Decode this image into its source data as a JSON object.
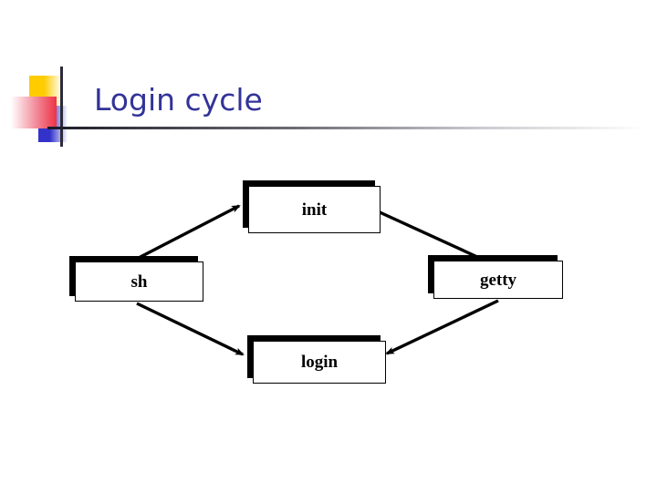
{
  "slide": {
    "title": "Login cycle",
    "background_color": "#ffffff",
    "title_color": "#333399",
    "logo": {
      "yellow_square": "#ffcc00",
      "blue_square": "#3333cc",
      "red_square": "#ee3344",
      "rule_color": "#2b2b3a"
    }
  },
  "diagram": {
    "type": "flowchart-cycle",
    "node_fill": "#ffffff",
    "node_border": "#000000",
    "shadow_color": "#000000",
    "nodes": [
      {
        "id": "init",
        "label": "init"
      },
      {
        "id": "sh",
        "label": "sh"
      },
      {
        "id": "getty",
        "label": "getty"
      },
      {
        "id": "login",
        "label": "login"
      }
    ],
    "edges": [
      {
        "from": "sh",
        "to": "init"
      },
      {
        "from": "init",
        "to": "getty"
      },
      {
        "from": "getty",
        "to": "login"
      },
      {
        "from": "sh",
        "to": "login"
      }
    ]
  }
}
